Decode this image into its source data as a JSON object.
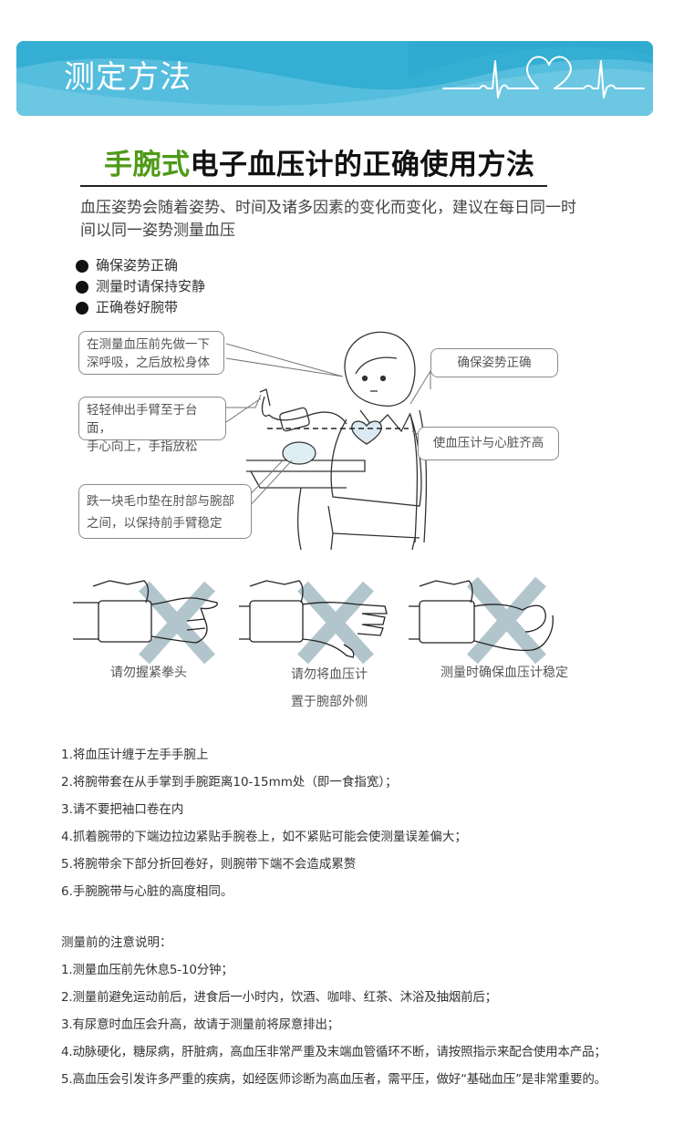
{
  "banner": {
    "title": "测定方法",
    "colors": {
      "base": "#34aed2",
      "wave_light": "#6ec6e2",
      "text": "#ffffff"
    },
    "icon": "heartbeat-ecg-heart-icon"
  },
  "heading": {
    "highlight": "手腕式",
    "rest": "电子血压计的正确使用方法",
    "highlight_color": "#4f9a18"
  },
  "intro": "血压姿势会随着姿势、时间及诸多因素的变化而变化，建议在每日同一时间以同一姿势测量血压",
  "bullets": [
    {
      "label": "确保姿势正确"
    },
    {
      "label": "测量时请保持安静"
    },
    {
      "label": "正确卷好腕带"
    }
  ],
  "illustration": {
    "callouts": [
      {
        "text": "在测量血压前先做一下深呼吸，之后放松身体"
      },
      {
        "text": "轻轻伸出手臂至于台面，手心向上，手指放松"
      },
      {
        "text": "跌一块毛巾垫在肘部与腕部之间，以保持前手臂稳定"
      },
      {
        "text": "确保姿势正确"
      },
      {
        "text": "使血压计与心脏齐高"
      }
    ],
    "callout_lines": [
      [
        "在测量血压前先做一下",
        "深呼吸，之后放松身体"
      ],
      [
        "轻轻伸出手臂至于台面，",
        "手心向上，手指放松"
      ],
      [
        "跌一块毛巾垫在肘部与腕部",
        "之间，以保持前手臂稳定"
      ]
    ]
  },
  "wrist_examples": [
    {
      "caption_lines": [
        "请勿握紧拳头"
      ],
      "mark": "x-icon"
    },
    {
      "caption_lines": [
        "请勿将血压计",
        "置于腕部外侧"
      ],
      "mark": "x-icon"
    },
    {
      "caption_lines": [
        "测量时确保血压计稳定"
      ],
      "mark": "x-icon"
    }
  ],
  "steps": [
    "1.将血压计缠于左手手腕上",
    "2.将腕带套在从手掌到手腕距离10-15mm处（即一食指宽）；",
    "3.请不要把袖口卷在内",
    "4.抓着腕带的下端边拉边紧贴手腕卷上，如不紧贴可能会使测量误差偏大；",
    "5.将腕带余下部分折回卷好，则腕带下端不会造成累赘",
    "6.手腕腕带与心脏的高度相同。"
  ],
  "notes": {
    "title": "测量前的注意说明：",
    "items": [
      "1.测量血压前先休息5-10分钟；",
      "2.测量前避免运动前后，进食后一小时内，饮酒、咖啡、红茶、沐浴及抽烟前后；",
      "3.有尿意时血压会升高，故请于测量前将尿意排出；",
      "4.动脉硬化，糖尿病，肝脏病，高血压非常严重及末端血管循环不断，请按照指示来配合使用本产品；",
      "5.高血压会引发许多严重的疾病，如经医师诊断为高血压者，需平压，做好“基础血压”是非常重要的。"
    ]
  }
}
